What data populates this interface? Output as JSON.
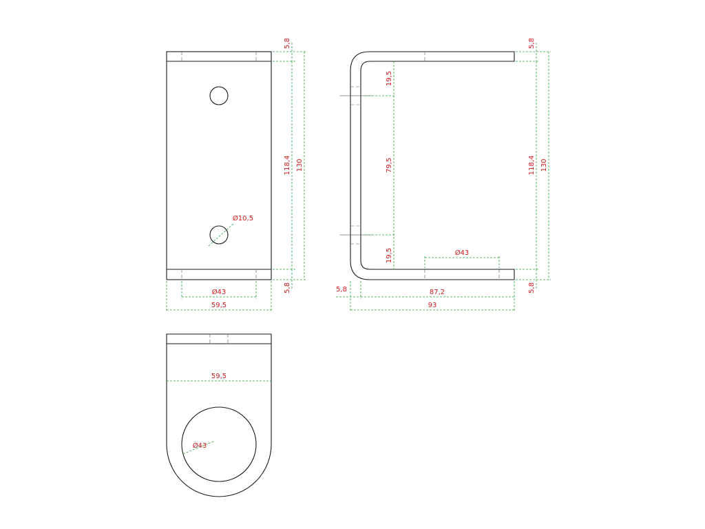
{
  "colors": {
    "part_line": "#1a1a1a",
    "dimension_line": "#2f9e3f",
    "dimension_text": "#d0191e"
  },
  "front_view": {
    "dims": {
      "top_thickness": "5,8",
      "bottom_thickness": "5,8",
      "inner_height": "118,4",
      "outer_height": "130",
      "hole_diameter": "Ø10,5",
      "bore_diameter": "Ø43",
      "width": "59,5"
    }
  },
  "side_view": {
    "dims": {
      "top_thickness": "5,8",
      "bottom_thickness": "5,8",
      "inner_height": "118,4",
      "outer_height": "130",
      "hole_offset_top": "19,5",
      "hole_spacing": "79,5",
      "hole_offset_bottom": "19,5",
      "bore_diameter": "Ø43",
      "wall_thickness": "5,8",
      "inner_length": "87,2",
      "outer_length": "93"
    }
  },
  "top_view": {
    "dims": {
      "width": "59,5",
      "bore_diameter": "Ø43"
    }
  }
}
